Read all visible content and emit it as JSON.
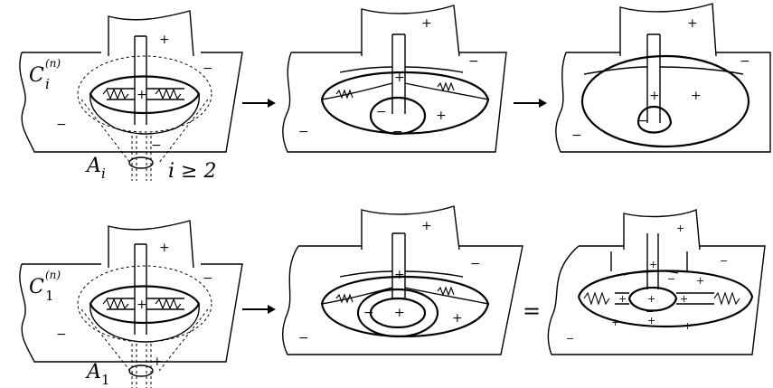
{
  "labels": {
    "curve_top_base": "C",
    "curve_top_sub": "i",
    "curve_top_sup": "(n)",
    "curve_bottom_base": "C",
    "curve_bottom_sub": "1",
    "curve_bottom_sup": "(n)",
    "annulus_top_base": "A",
    "annulus_top_sub": "i",
    "annulus_bottom_base": "A",
    "annulus_bottom_sub": "1",
    "condition": "i ≥ 2"
  },
  "symbols": {
    "plus": "+",
    "minus": "−",
    "arrow": "→",
    "equals": "="
  },
  "colors": {
    "ink": "#000000",
    "background": "#ffffff"
  }
}
